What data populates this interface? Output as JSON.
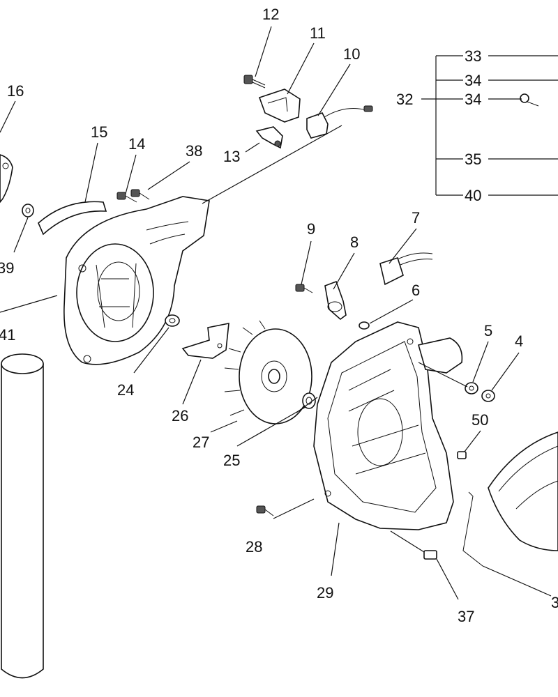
{
  "diagram": {
    "callouts": {
      "p1": "12",
      "p2": "11",
      "p3": "10",
      "p4": "16",
      "p5": "15",
      "p6": "14",
      "p7": "38",
      "p8": "13",
      "p9": "39",
      "p10": "41",
      "p11": "9",
      "p12": "8",
      "p13": "7",
      "p14": "6",
      "p15": "5",
      "p16": "4",
      "p17": "24",
      "p18": "26",
      "p19": "27",
      "p20": "25",
      "p21": "50",
      "p22": "28",
      "p23": "29",
      "p24": "37",
      "p25": "3",
      "p26": "33",
      "p27": "34",
      "p28": "32",
      "p29": "34",
      "p30": "35",
      "p31": "40"
    }
  }
}
